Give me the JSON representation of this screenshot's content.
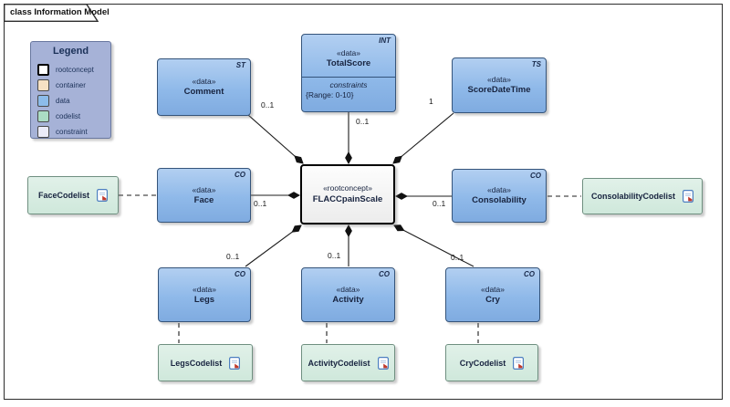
{
  "frame": {
    "title": "class Information Model"
  },
  "legend": {
    "title": "Legend",
    "items": [
      {
        "label": "rootconcept",
        "color": "#ffffff"
      },
      {
        "label": "container",
        "color": "#f6e1c4"
      },
      {
        "label": "data",
        "color": "#8cbcea"
      },
      {
        "label": "codelist",
        "color": "#abdcc4"
      },
      {
        "label": "constraint",
        "color": "#ebebf8"
      }
    ]
  },
  "root_concept": {
    "stereotype": "«rootconcept»",
    "name": "FLACCpainScale"
  },
  "elements": {
    "comment": {
      "tag": "ST",
      "stereotype": "«data»",
      "name": "Comment",
      "multiplicity": "0..1"
    },
    "totalscore": {
      "tag": "INT",
      "stereotype": "«data»",
      "name": "TotalScore",
      "multiplicity": "0..1",
      "constraints_label": "constraints",
      "constraint_value": "{Range: 0-10}"
    },
    "scoredatetime": {
      "tag": "TS",
      "stereotype": "«data»",
      "name": "ScoreDateTime",
      "multiplicity": "1"
    },
    "face": {
      "tag": "CO",
      "stereotype": "«data»",
      "name": "Face",
      "multiplicity": "0..1"
    },
    "consolability": {
      "tag": "CO",
      "stereotype": "«data»",
      "name": "Consolability",
      "multiplicity": "0..1"
    },
    "legs": {
      "tag": "CO",
      "stereotype": "«data»",
      "name": "Legs",
      "multiplicity": "0..1"
    },
    "activity": {
      "tag": "CO",
      "stereotype": "«data»",
      "name": "Activity",
      "multiplicity": "0..1"
    },
    "cry": {
      "tag": "CO",
      "stereotype": "«data»",
      "name": "Cry",
      "multiplicity": "0..1"
    }
  },
  "codelists": {
    "face": {
      "name": "FaceCodelist"
    },
    "consolability": {
      "name": "ConsolabilityCodelist"
    },
    "legs": {
      "name": "LegsCodelist"
    },
    "activity": {
      "name": "ActivityCodelist"
    },
    "cry": {
      "name": "CryCodelist"
    }
  },
  "colors": {
    "data_fill": "#8fb9e9",
    "data_border": "#35547a",
    "codelist_fill": "#d9eee3",
    "codelist_border": "#6f8f80",
    "rootconcept_border": "#000000",
    "legend_bg": "#a6b2d7",
    "connector": "#1c1c1c"
  }
}
